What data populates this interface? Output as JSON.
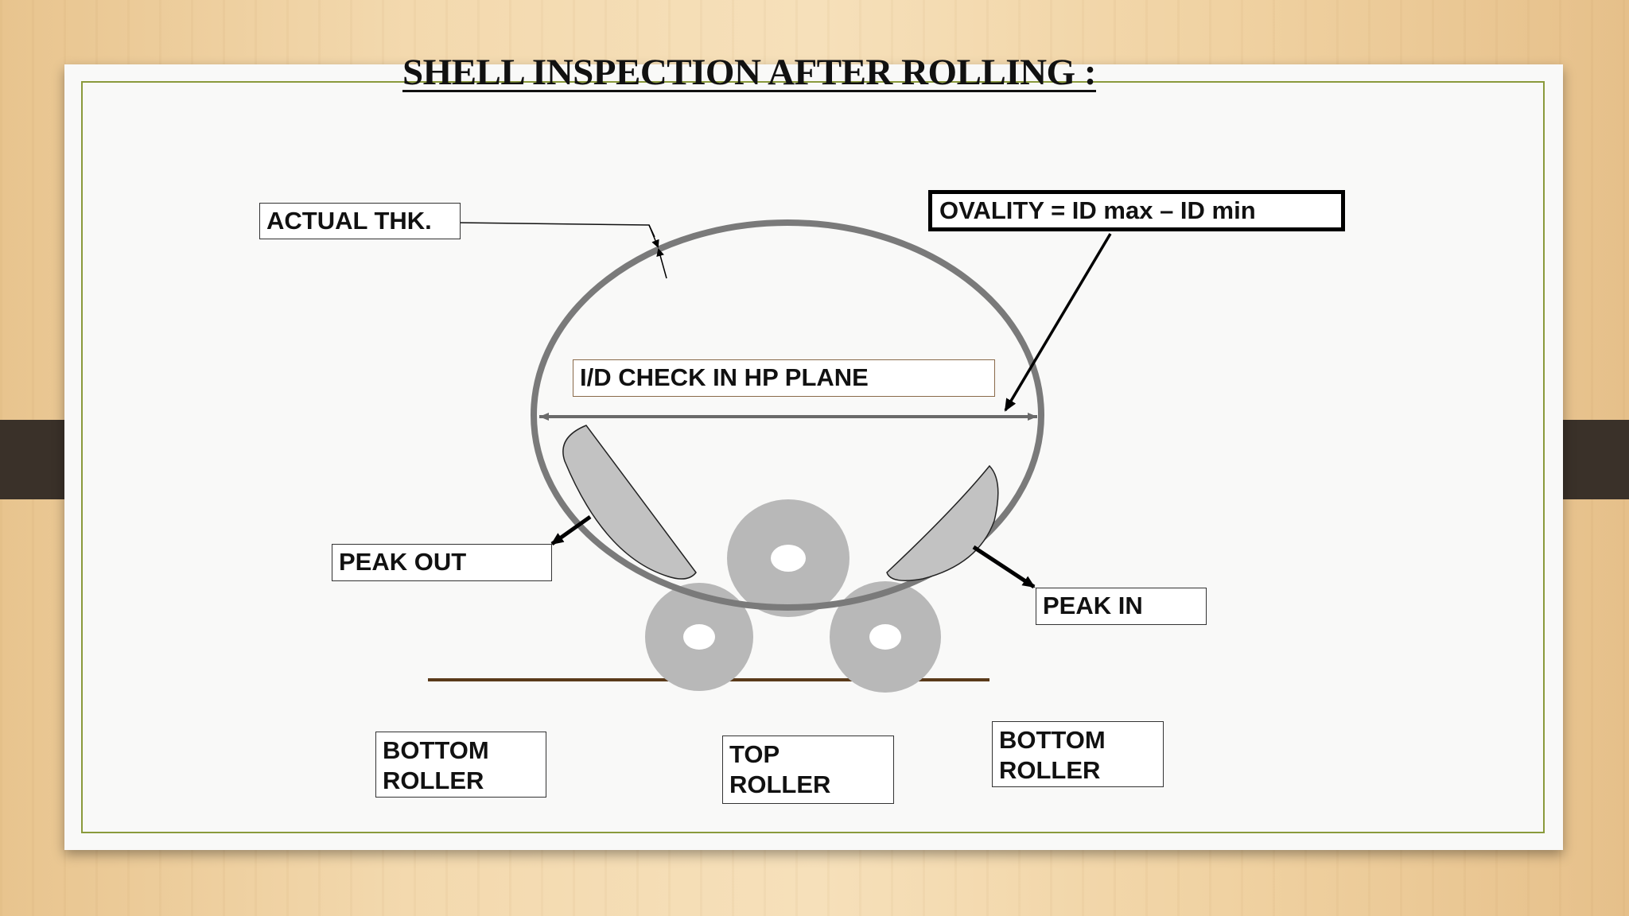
{
  "title": "SHELL INSPECTION AFTER ROLLING :",
  "labels": {
    "actual_thk": "ACTUAL THK.",
    "ovality": "OVALITY = ID max – ID min",
    "id_check": "I/D CHECK IN HP PLANE",
    "peak_out": "PEAK OUT",
    "peak_in": "PEAK IN",
    "bottom_roller_left": "BOTTOM\nROLLER",
    "top_roller": "TOP\nROLLER",
    "bottom_roller_right": "BOTTOM\nROLLER"
  },
  "colors": {
    "shell_outline": "#7a7a7a",
    "roller_fill": "#b8b8b8",
    "peak_fill": "#c2c2c2",
    "ground_line": "#5a3a1a",
    "frame": "#8a9a3c"
  }
}
